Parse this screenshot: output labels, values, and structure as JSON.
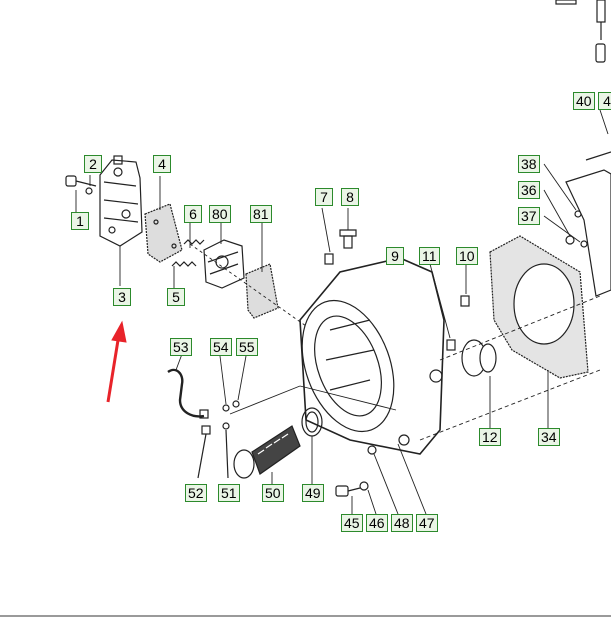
{
  "parts": [
    {
      "label": "1"
    },
    {
      "label": "2"
    },
    {
      "label": "3"
    },
    {
      "label": "4"
    },
    {
      "label": "5"
    },
    {
      "label": "6"
    },
    {
      "label": "80"
    },
    {
      "label": "81"
    },
    {
      "label": "7"
    },
    {
      "label": "8"
    },
    {
      "label": "9"
    },
    {
      "label": "11"
    },
    {
      "label": "10"
    },
    {
      "label": "12"
    },
    {
      "label": "34"
    },
    {
      "label": "38"
    },
    {
      "label": "36"
    },
    {
      "label": "37"
    },
    {
      "label": "40"
    },
    {
      "label": "4"
    },
    {
      "label": "53"
    },
    {
      "label": "54"
    },
    {
      "label": "55"
    },
    {
      "label": "52"
    },
    {
      "label": "51"
    },
    {
      "label": "50"
    },
    {
      "label": "49"
    },
    {
      "label": "45"
    },
    {
      "label": "46"
    },
    {
      "label": "48"
    },
    {
      "label": "47"
    }
  ],
  "colors": {
    "callout_border": "#2c8a2c",
    "callout_fill": "#eaf5e6",
    "arrow": "#e8232a",
    "line_art": "#222222"
  }
}
